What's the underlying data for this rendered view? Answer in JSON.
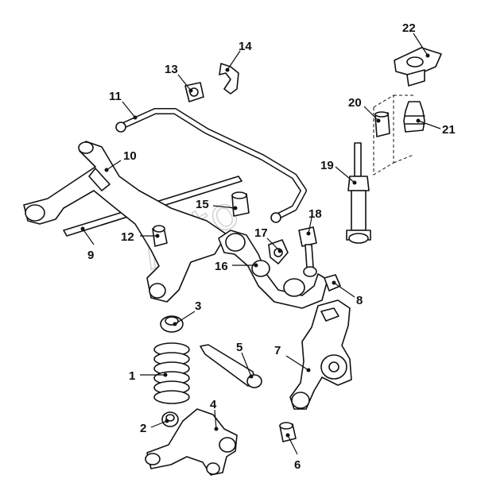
{
  "diagram": {
    "callouts": [
      "1",
      "2",
      "3",
      "4",
      "5",
      "6",
      "7",
      "8",
      "9",
      "10",
      "11",
      "12",
      "13",
      "14",
      "15",
      "16",
      "17",
      "18",
      "19",
      "20",
      "21",
      "22"
    ],
    "watermark": "Auto"
  }
}
